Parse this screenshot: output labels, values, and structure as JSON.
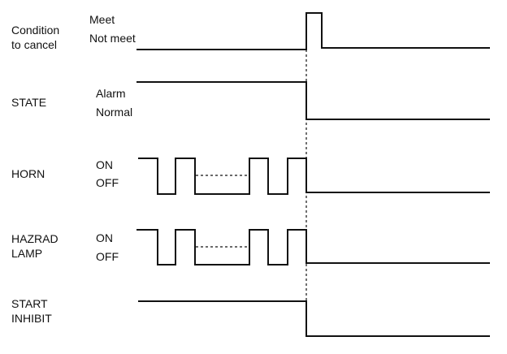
{
  "signals": [
    {
      "id": "condition",
      "name_lines": [
        "Condition",
        "to cancel"
      ],
      "levels": [
        "Meet",
        "Not meet"
      ]
    },
    {
      "id": "state",
      "name_lines": [
        "STATE"
      ],
      "levels": [
        "Alarm",
        "Normal"
      ]
    },
    {
      "id": "horn",
      "name_lines": [
        "HORN"
      ],
      "levels": [
        "ON",
        "OFF"
      ]
    },
    {
      "id": "hazard-lamp",
      "name_lines": [
        "HAZRAD",
        "LAMP"
      ],
      "levels": [
        "ON",
        "OFF"
      ]
    },
    {
      "id": "start-inhibit",
      "name_lines": [
        "START",
        "INHIBIT"
      ],
      "levels": []
    }
  ]
}
